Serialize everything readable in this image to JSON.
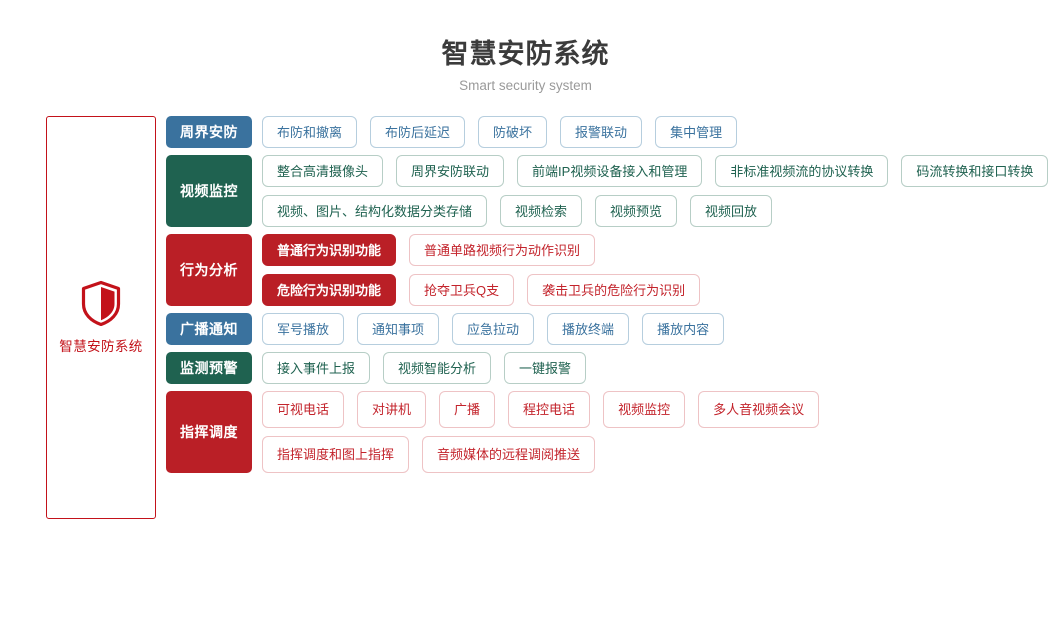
{
  "header": {
    "title": "智慧安防系统",
    "subtitle": "Smart security system"
  },
  "brand": {
    "icon": "shield-icon",
    "label": "智慧安防系统",
    "accent_color": "#c3121a"
  },
  "colors": {
    "blue": "#3a729e",
    "green": "#1f6250",
    "red": "#ba1f26",
    "red_text": "#c3232b",
    "title": "#3b3b3b",
    "subtitle": "#9a9a9a"
  },
  "rows": [
    {
      "category": "周界安防",
      "theme": "blue",
      "lines": [
        [
          {
            "label": "布防和撤离",
            "style": "outline"
          },
          {
            "label": "布防后延迟",
            "style": "outline"
          },
          {
            "label": "防破坏",
            "style": "outline"
          },
          {
            "label": "报警联动",
            "style": "outline"
          },
          {
            "label": "集中管理",
            "style": "outline"
          }
        ]
      ]
    },
    {
      "category": "视频监控",
      "theme": "green",
      "lines": [
        [
          {
            "label": "整合高清摄像头",
            "style": "outline"
          },
          {
            "label": "周界安防联动",
            "style": "outline"
          },
          {
            "label": "前端IP视频设备接入和管理",
            "style": "outline"
          },
          {
            "label": "非标准视频流的协议转换",
            "style": "outline"
          },
          {
            "label": "码流转换和接口转换",
            "style": "outline"
          }
        ],
        [
          {
            "label": "视频、图片、结构化数据分类存储",
            "style": "outline"
          },
          {
            "label": "视频检索",
            "style": "outline"
          },
          {
            "label": "视频预览",
            "style": "outline"
          },
          {
            "label": "视频回放",
            "style": "outline"
          }
        ]
      ]
    },
    {
      "category": "行为分析",
      "theme": "red",
      "lines": [
        [
          {
            "label": "普通行为识别功能",
            "style": "solid"
          },
          {
            "label": "普通单路视频行为动作识别",
            "style": "outline"
          }
        ],
        [
          {
            "label": "危险行为识别功能",
            "style": "solid"
          },
          {
            "label": "抢夺卫兵Q支",
            "style": "outline"
          },
          {
            "label": "袭击卫兵的危险行为识别",
            "style": "outline"
          }
        ]
      ]
    },
    {
      "category": "广播通知",
      "theme": "blue",
      "lines": [
        [
          {
            "label": "军号播放",
            "style": "outline"
          },
          {
            "label": "通知事项",
            "style": "outline"
          },
          {
            "label": "应急拉动",
            "style": "outline"
          },
          {
            "label": "播放终端",
            "style": "outline"
          },
          {
            "label": "播放内容",
            "style": "outline"
          }
        ]
      ]
    },
    {
      "category": "监测预警",
      "theme": "green",
      "lines": [
        [
          {
            "label": "接入事件上报",
            "style": "outline"
          },
          {
            "label": "视频智能分析",
            "style": "outline"
          },
          {
            "label": "一键报警",
            "style": "outline"
          }
        ]
      ]
    },
    {
      "category": "指挥调度",
      "theme": "red",
      "tall": true,
      "lines": [
        [
          {
            "label": "可视电话",
            "style": "outline"
          },
          {
            "label": "对讲机",
            "style": "outline"
          },
          {
            "label": "广播",
            "style": "outline"
          },
          {
            "label": "程控电话",
            "style": "outline"
          },
          {
            "label": "视频监控",
            "style": "outline"
          },
          {
            "label": "多人音视频会议",
            "style": "outline"
          }
        ],
        [
          {
            "label": "指挥调度和图上指挥",
            "style": "outline"
          },
          {
            "label": "音频媒体的远程调阅推送",
            "style": "outline"
          }
        ]
      ]
    }
  ]
}
